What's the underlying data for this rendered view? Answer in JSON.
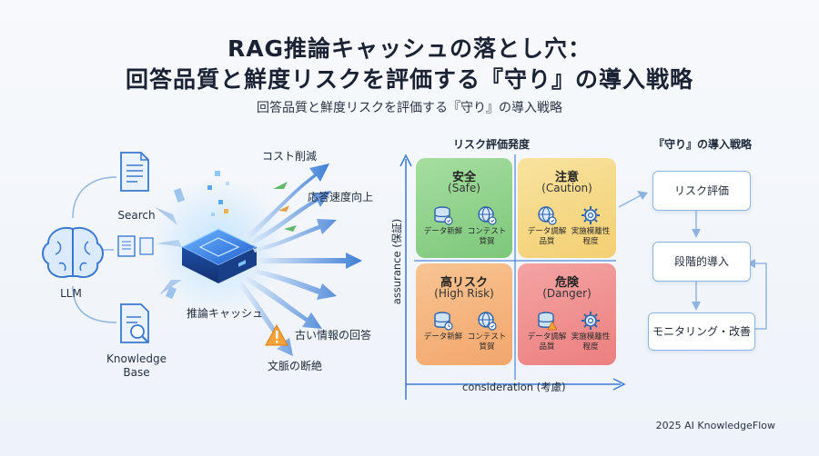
{
  "header": {
    "title_line1": "RAG推論キャッシュの落とし穴：",
    "title_line2": "回答品質と鮮度リスクを評価する『守り』の導入戦略",
    "subtitle": "回答品質と鮮度リスクを評価する『守り』の導入戦略"
  },
  "left_diagram": {
    "llm_label": "LLM",
    "search_label": "Search",
    "kb_label": "Knowledge\nBase",
    "cache_label": "推論キャッシュ",
    "benefit_cost": "コスト削減",
    "benefit_speed": "応答速度向上",
    "risk_old": "古い情報の回答",
    "risk_context": "文脈の断絶"
  },
  "matrix": {
    "title": "リスク評価発度",
    "y_axis": "assurance (保証)",
    "x_axis": "consideration (考慮)",
    "quadrants": {
      "safe": {
        "title": "安全",
        "sub": "(Safe)",
        "item1": "データ新鮮",
        "item2a": "コンテスト",
        "item2b": "質賀"
      },
      "caution": {
        "title": "注意",
        "sub": "(Caution)",
        "item1a": "データ調解",
        "item1b": "品質",
        "item2a": "実施模離性",
        "item2b": "程度"
      },
      "high": {
        "title": "高リスク",
        "sub": "(High Risk)",
        "item1": "データ新鮮",
        "item2a": "コンテスト",
        "item2b": "質賀"
      },
      "danger": {
        "title": "危険",
        "sub": "(Danger)",
        "item1a": "データ調解",
        "item1b": "品質",
        "item2a": "実施模離性",
        "item2b": "程度"
      }
    },
    "colors": {
      "safe": "#8fd18a",
      "caution": "#f6d98a",
      "high": "#f5b37e",
      "danger": "#f08c8c"
    }
  },
  "strategy": {
    "title": "『守り』の導入戦略",
    "step1": "リスク評価",
    "step2": "段階的導入",
    "step3": "モニタリング・改善"
  },
  "footer": "2025 AI KnowledgeFlow"
}
